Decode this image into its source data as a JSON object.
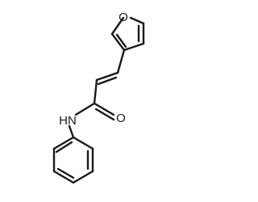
{
  "molecule": {
    "atoms": {
      "furan_oxygen": "O",
      "carbonyl_oxygen": "O",
      "amide_nitrogen": "HN"
    }
  }
}
